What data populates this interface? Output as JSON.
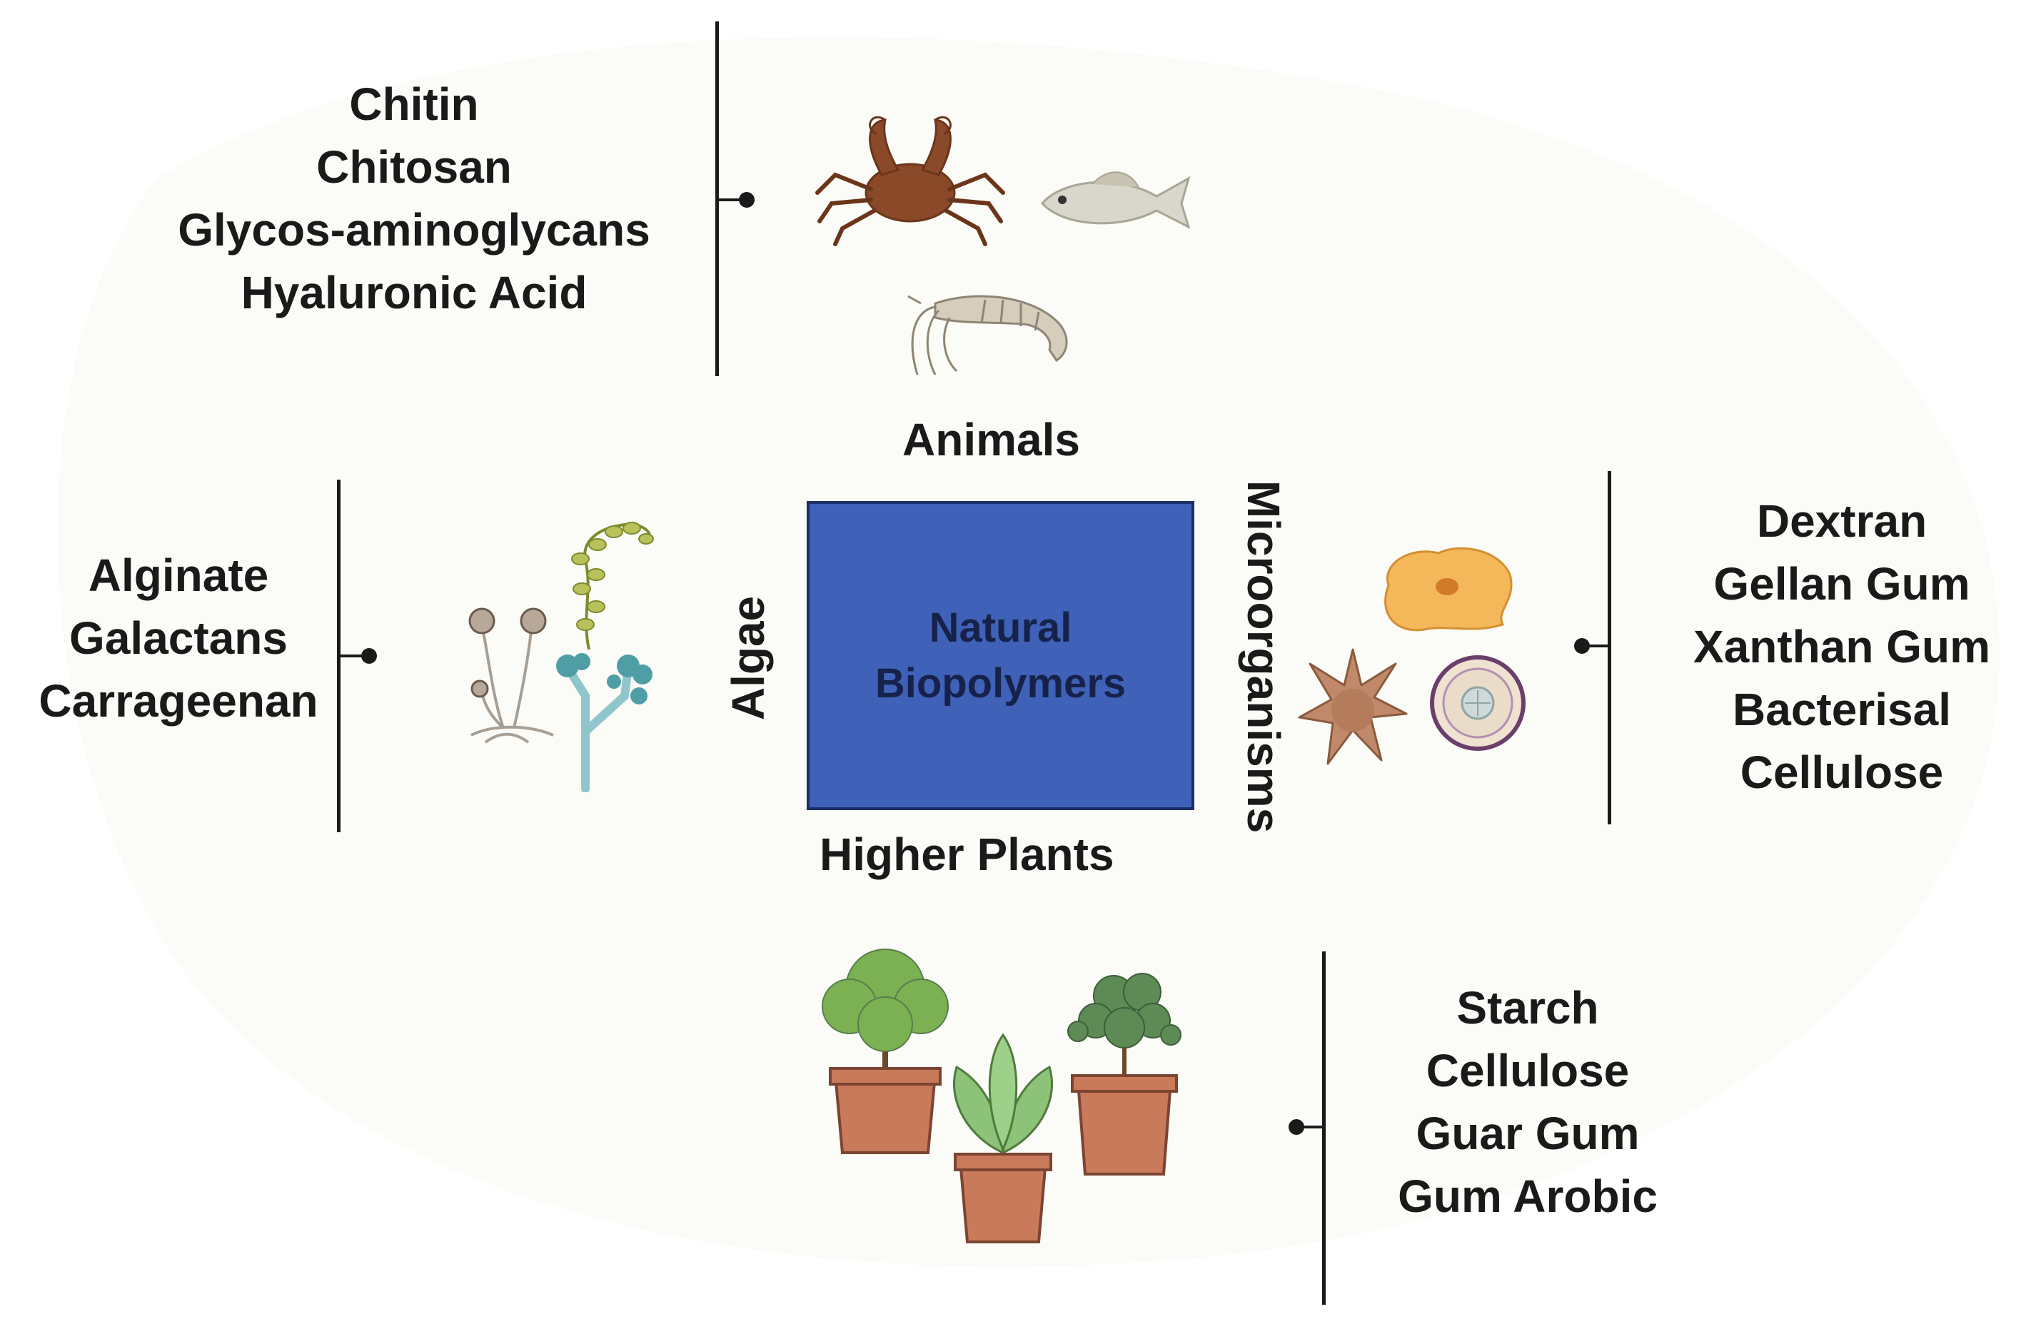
{
  "center": {
    "line1": "Natural",
    "line2": "Biopolymers"
  },
  "sources": {
    "top": "Animals",
    "bottom": "Higher Plants",
    "left": "Algae",
    "right": "Microorganisms"
  },
  "animals_list": [
    "Chitin",
    "Chitosan",
    "Glycos-aminoglycans",
    "Hyaluronic Acid"
  ],
  "algae_list": [
    "Alginate",
    "Galactans",
    "Carrageenan"
  ],
  "micro_list": [
    "Dextran",
    "Gellan Gum",
    "Xanthan Gum",
    "Bacterisal",
    "Cellulose"
  ],
  "plants_list": [
    "Starch",
    "Cellulose",
    "Guar Gum",
    "Gum Arobic"
  ],
  "colors": {
    "center_box": "#3f61b8",
    "center_text": "#16224a",
    "text": "#1a1a1a",
    "crab": "#8a4a2a",
    "fish": "#d9d6cb",
    "shrimp": "#c8bfae",
    "algae_green": "#9aa84a",
    "algae_teal": "#6fb3b8",
    "microbe_orange": "#f2b24e",
    "microbe_brown": "#b07a5c",
    "microbe_purple": "#7a4a7a",
    "pot": "#c97a5a",
    "tree": "#7bb152",
    "plant_dark": "#567d4e"
  },
  "icons": [
    "crab-icon",
    "fish-icon",
    "shrimp-icon",
    "fungus-icon",
    "seaweed-icon",
    "coral-algae-icon",
    "amoeba-icon",
    "star-microbe-icon",
    "diatom-icon",
    "potted-tree-icon",
    "potted-leafy-plant-icon",
    "potted-shrub-icon"
  ]
}
